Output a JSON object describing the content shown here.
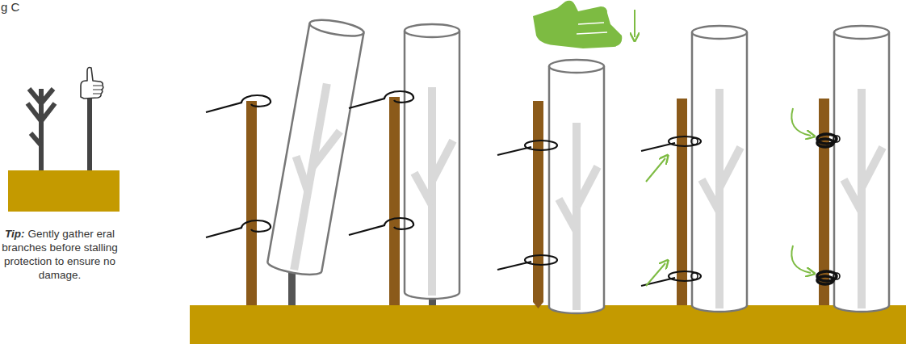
{
  "diagram": {
    "labels": [
      "g C",
      "Tip:",
      "Gently gather eral branches before stalling protection to ensure no damage."
    ]
  }
}
